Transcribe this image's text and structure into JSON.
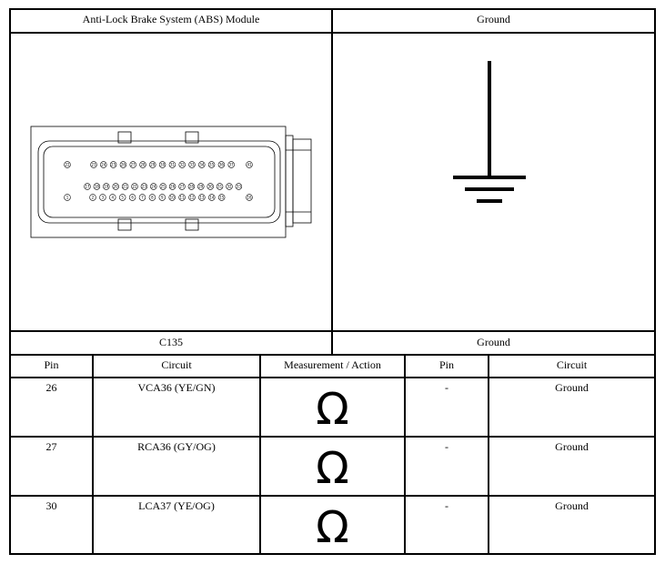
{
  "header": {
    "left_title": "Anti-Lock Brake System (ABS) Module",
    "right_title": "Ground"
  },
  "connector": {
    "name": "C135",
    "top_row": [
      "22",
      "23",
      "24",
      "25",
      "26",
      "27",
      "28",
      "29",
      "30",
      "31",
      "32",
      "33",
      "34",
      "35",
      "36",
      "37",
      "38",
      "39",
      "40",
      "41"
    ],
    "middle_row": [
      "17",
      "18",
      "19",
      "20",
      "21",
      "22",
      "23",
      "24",
      "25",
      "26",
      "27",
      "28",
      "29",
      "30",
      "31",
      "32",
      "33"
    ],
    "bottom_row": [
      "1",
      "2",
      "3",
      "4",
      "5",
      "6",
      "7",
      "8",
      "9",
      "10",
      "11",
      "12",
      "13",
      "14",
      "15",
      "16"
    ],
    "left_top_pin": "22",
    "right_top_pin": "41",
    "left_bottom_pin": "1",
    "right_bottom_pin": "16"
  },
  "ground_label": "Ground",
  "columns": {
    "pin": "Pin",
    "circuit": "Circuit",
    "measurement": "Measurement / Action",
    "pin2": "Pin",
    "circuit2": "Circuit"
  },
  "rows": [
    {
      "pin": "26",
      "circuit": "VCA36 (YE/GN)",
      "measurement": "Ω",
      "pin2": "-",
      "circuit2": "Ground"
    },
    {
      "pin": "27",
      "circuit": "RCA36 (GY/OG)",
      "measurement": "Ω",
      "pin2": "-",
      "circuit2": "Ground"
    },
    {
      "pin": "30",
      "circuit": "LCA37 (YE/OG)",
      "measurement": "Ω",
      "pin2": "-",
      "circuit2": "Ground"
    }
  ]
}
